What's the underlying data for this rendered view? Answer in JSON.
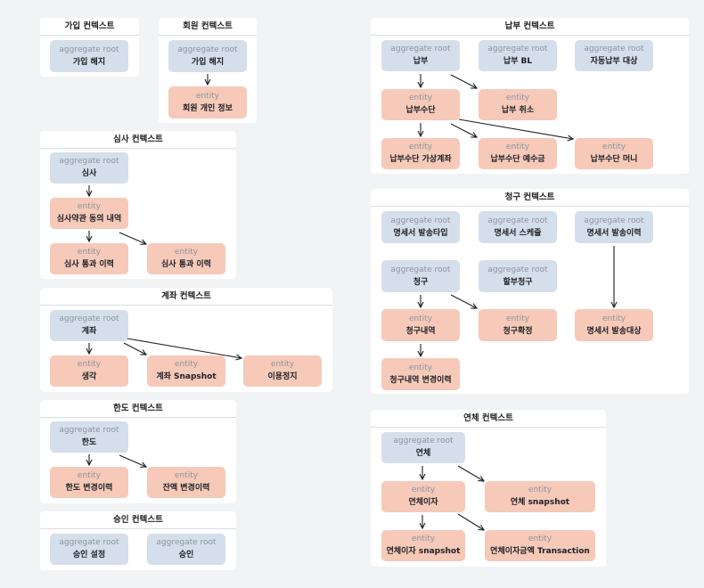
{
  "kinds": {
    "ar": "aggregate root",
    "en": "entity"
  },
  "contexts": {
    "join": {
      "title": "가입 컨텍스트",
      "nodes": {
        "n1": "가입 해지"
      }
    },
    "member": {
      "title": "회원 컨텍스트",
      "nodes": {
        "n1": "가입 해지",
        "n2": "회원 개인 정보"
      }
    },
    "review": {
      "title": "심사 컨텍스트",
      "nodes": {
        "n1": "심사",
        "n2": "심사약관 동의 내역",
        "n3": "심사 통과 이력",
        "n4": "심사 통과 이력"
      }
    },
    "account": {
      "title": "계좌 컨텍스트",
      "nodes": {
        "n1": "계좌",
        "n2": "생각",
        "n3": "계좌 Snapshot",
        "n4": "이용정지"
      }
    },
    "limit": {
      "title": "한도 컨텍스트",
      "nodes": {
        "n1": "한도",
        "n2": "한도 변경이력",
        "n3": "잔액 변경이력"
      }
    },
    "approval": {
      "title": "승인 컨텍스트",
      "nodes": {
        "n1": "승인 설정",
        "n2": "승인"
      }
    },
    "payment": {
      "title": "납부 컨텍스트",
      "nodes": {
        "n1": "납부",
        "n2": "납부 BL",
        "n3": "자동납부 대상",
        "n4": "납부수단",
        "n5": "납부 취소",
        "n6": "납부수단 가상계좌",
        "n7": "납부수단 예수금",
        "n8": "납부수단 머니"
      }
    },
    "billing": {
      "title": "청구 컨텍스트",
      "nodes": {
        "n1": "명세서 발송타입",
        "n2": "명세서 스케쥴",
        "n3": "명세서 발송이력",
        "n4": "청구",
        "n5": "할부청구",
        "n6": "청구내역",
        "n7": "청구확정",
        "n8": "명세서 발송대상",
        "n9": "청구내역 변경이력"
      }
    },
    "overdue": {
      "title": "연체 컨텍스트",
      "nodes": {
        "n1": "연체",
        "n2": "연체이자",
        "n3": "연체 snapshot",
        "n4": "연체이자 snapshot",
        "n5": "연체이자금액 Transaction"
      }
    }
  }
}
